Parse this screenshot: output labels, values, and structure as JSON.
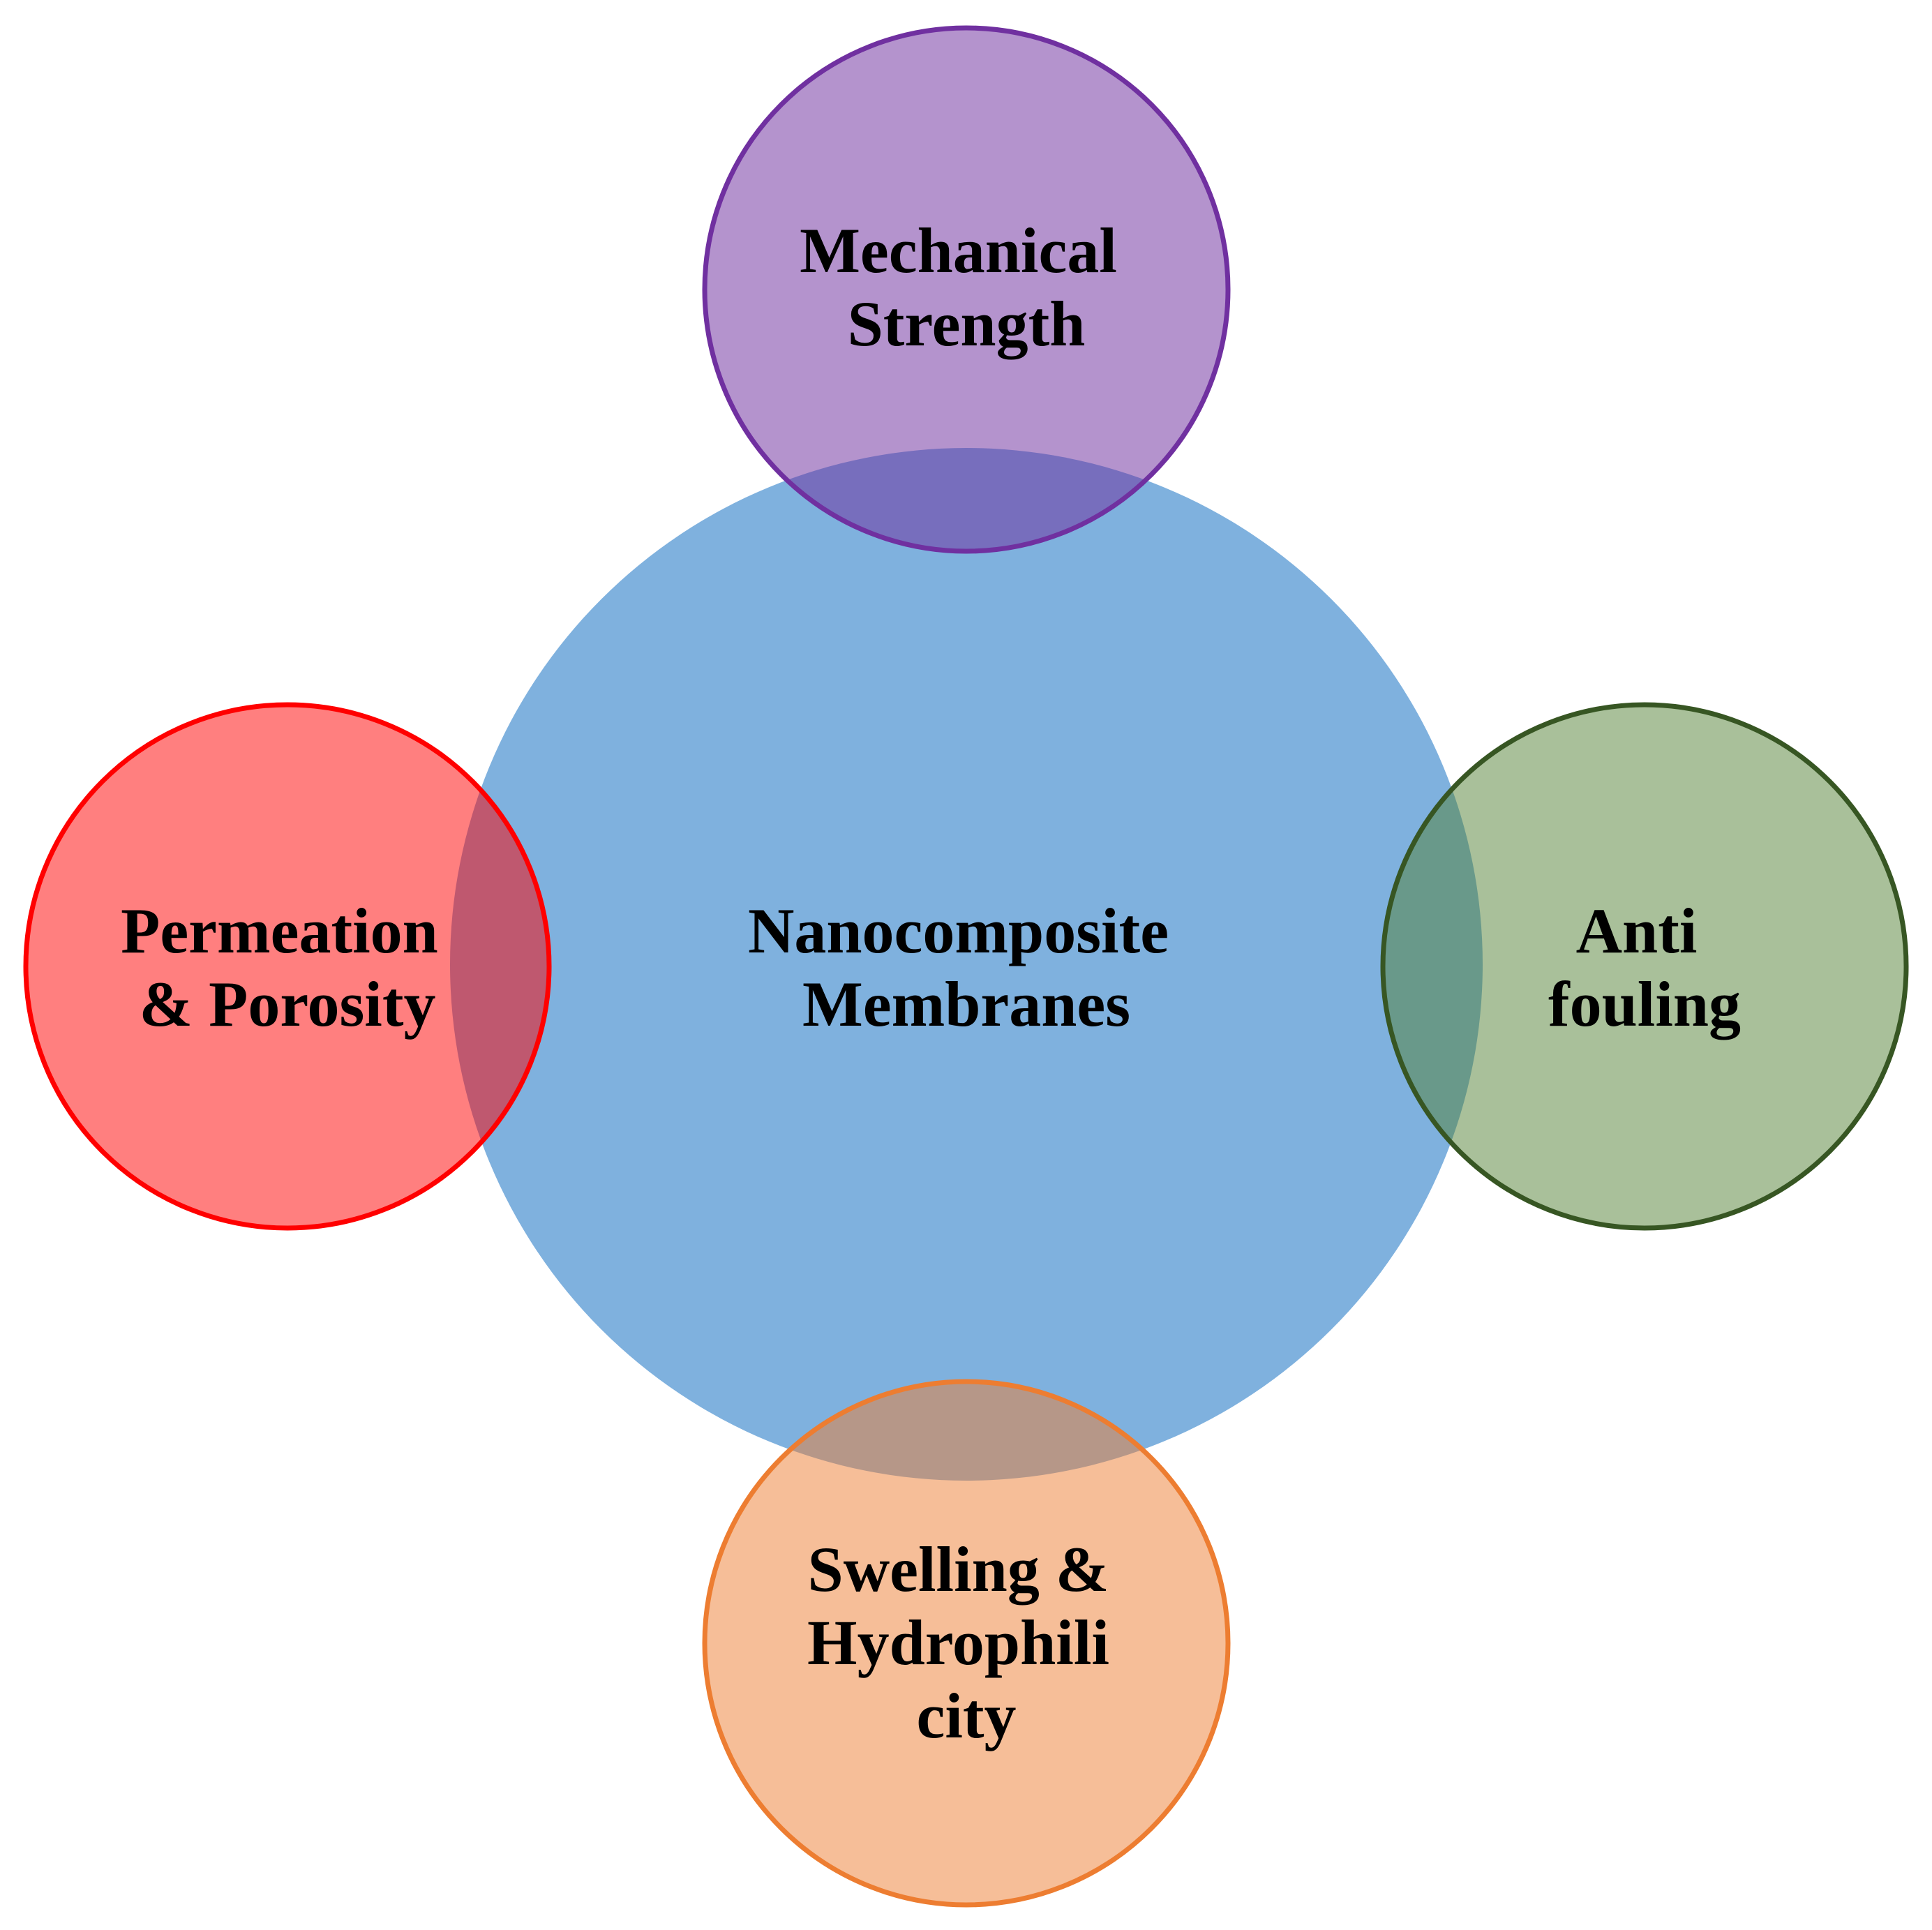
{
  "diagram": {
    "center": {
      "lines": [
        "Nanocomposite",
        "Membranes"
      ],
      "fill": "#5B9BD5"
    },
    "satellites": [
      {
        "id": "top",
        "lines": [
          "Mechanical",
          "Strength"
        ],
        "fill": "#7030A0",
        "stroke": "#7030A0"
      },
      {
        "id": "left",
        "lines": [
          "Permeation",
          "& Porosity"
        ],
        "fill": "#FF0000",
        "stroke": "#FF0000"
      },
      {
        "id": "right",
        "lines": [
          "Anti",
          "fouling"
        ],
        "fill": "#548235",
        "stroke": "#375623"
      },
      {
        "id": "bottom",
        "lines": [
          "Swelling &",
          "Hydrophili",
          "city"
        ],
        "fill": "#ED7D31",
        "stroke": "#ED7D31"
      }
    ]
  }
}
